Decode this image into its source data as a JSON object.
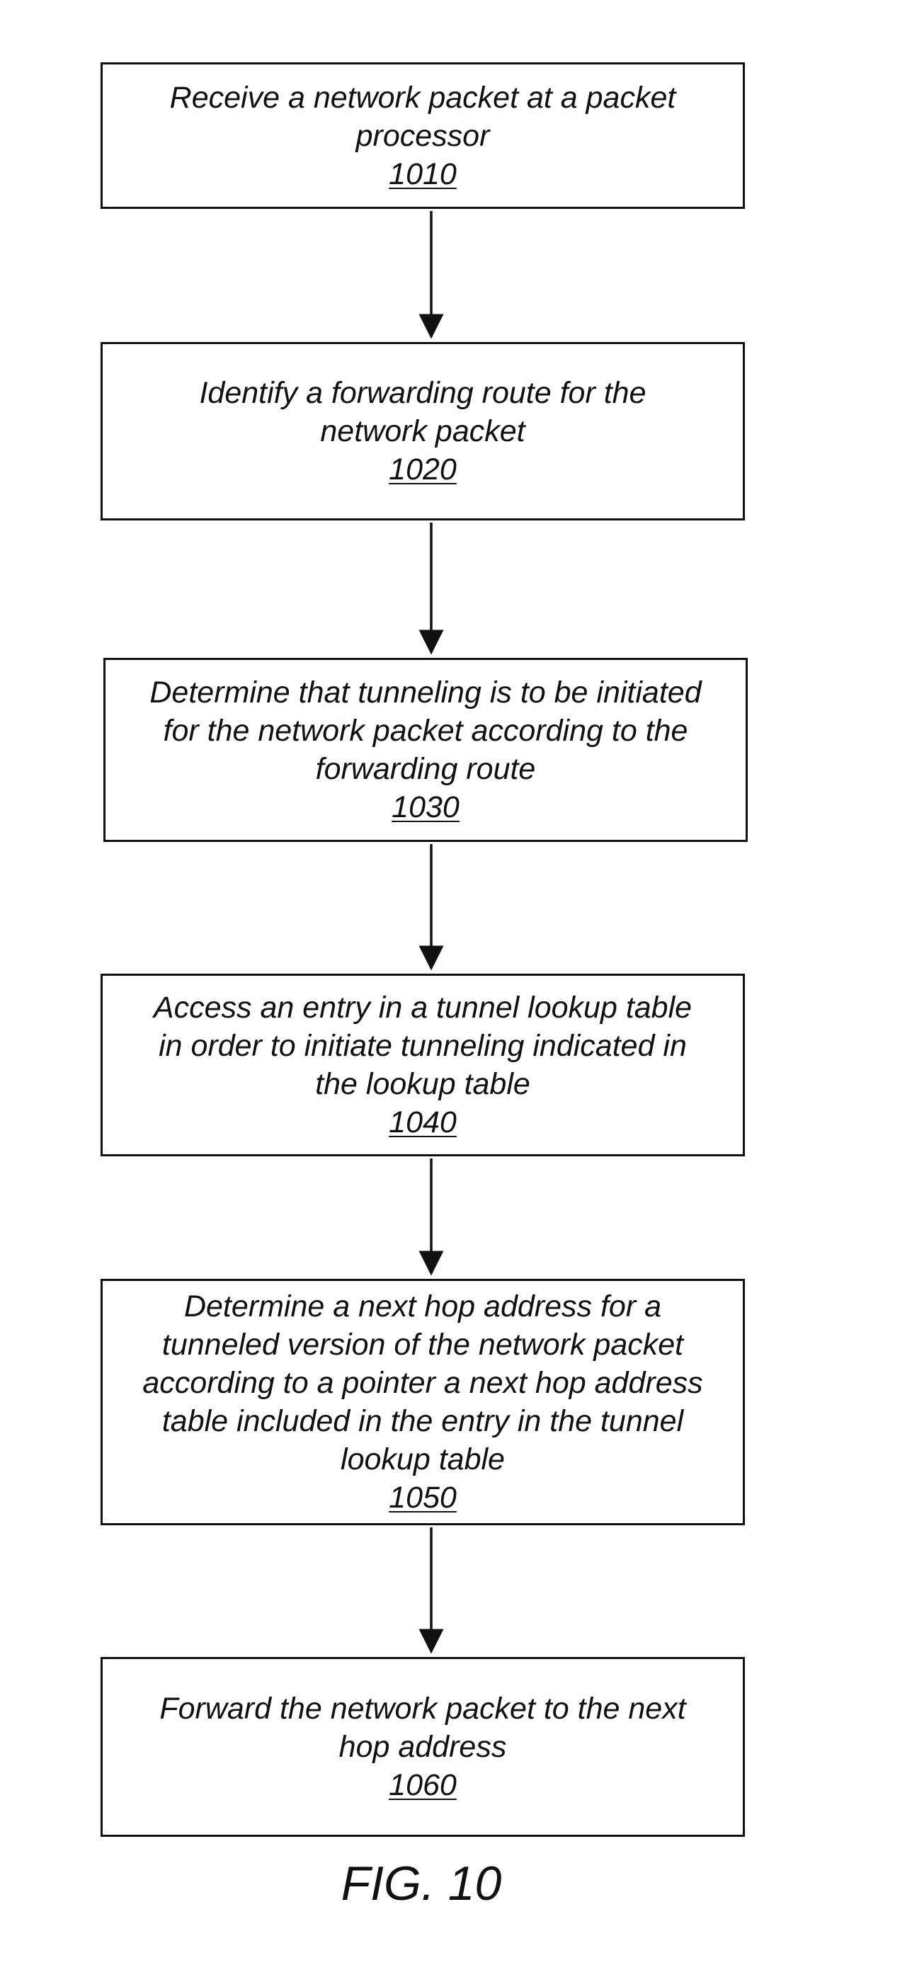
{
  "steps": [
    {
      "text": "Receive a network packet at a packet\nprocessor",
      "ref": "1010"
    },
    {
      "text": "Identify a forwarding route for the\nnetwork packet",
      "ref": "1020"
    },
    {
      "text": "Determine that tunneling is to be initiated\nfor the network packet according to the\nforwarding route",
      "ref": "1030"
    },
    {
      "text": "Access an entry in a tunnel lookup table\nin order to initiate tunneling indicated in\nthe lookup table",
      "ref": "1040"
    },
    {
      "text": "Determine a next hop address for a\ntunneled version of the network packet\naccording to a pointer a next hop address\ntable included in the entry in the tunnel\nlookup table",
      "ref": "1050"
    },
    {
      "text": "Forward the network packet to the next\nhop address",
      "ref": "1060"
    }
  ],
  "figure_label": "FIG. 10"
}
